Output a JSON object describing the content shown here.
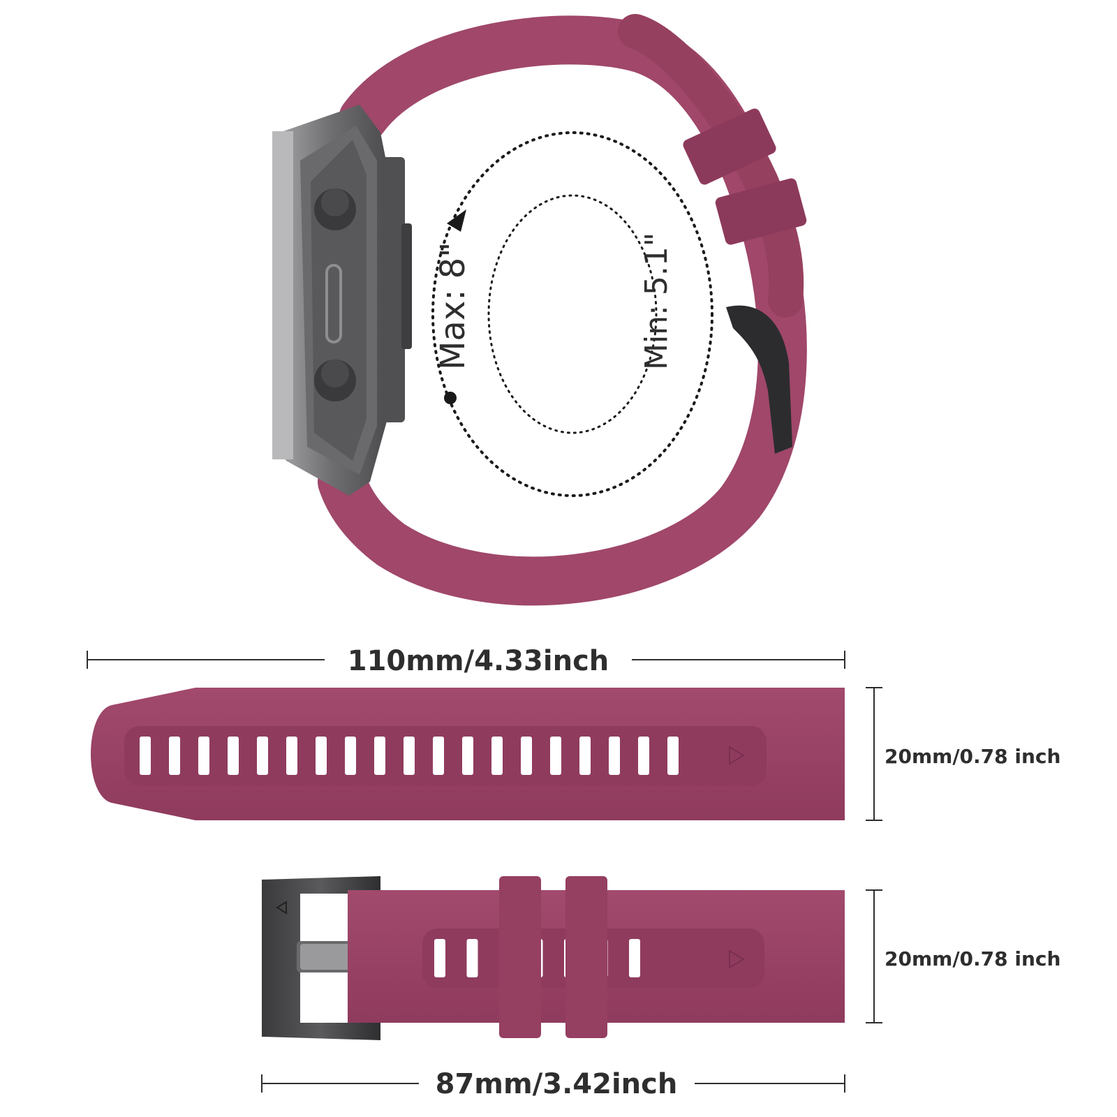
{
  "colors": {
    "band": "#a0476a",
    "band_dark": "#8c3a5c",
    "band_shadow": "#7e3252",
    "metal": "#7a7a7c",
    "metal_dark": "#4a4a4c",
    "text": "#2e2e2e"
  },
  "wrist_diagram": {
    "max_label": "Max: 8\"",
    "min_label": "Min: 5.1\""
  },
  "long_strap": {
    "length_label": "110mm/4.33inch",
    "width_label": "20mm/0.78 inch",
    "hole_count": 19
  },
  "short_strap": {
    "length_label": "87mm/3.42inch",
    "width_label": "20mm/0.78 inch",
    "hole_count": 7
  },
  "icons": {
    "watch": "watch-side-icon",
    "buckle": "buckle-icon",
    "arrow": "arrow-triangle-icon"
  }
}
